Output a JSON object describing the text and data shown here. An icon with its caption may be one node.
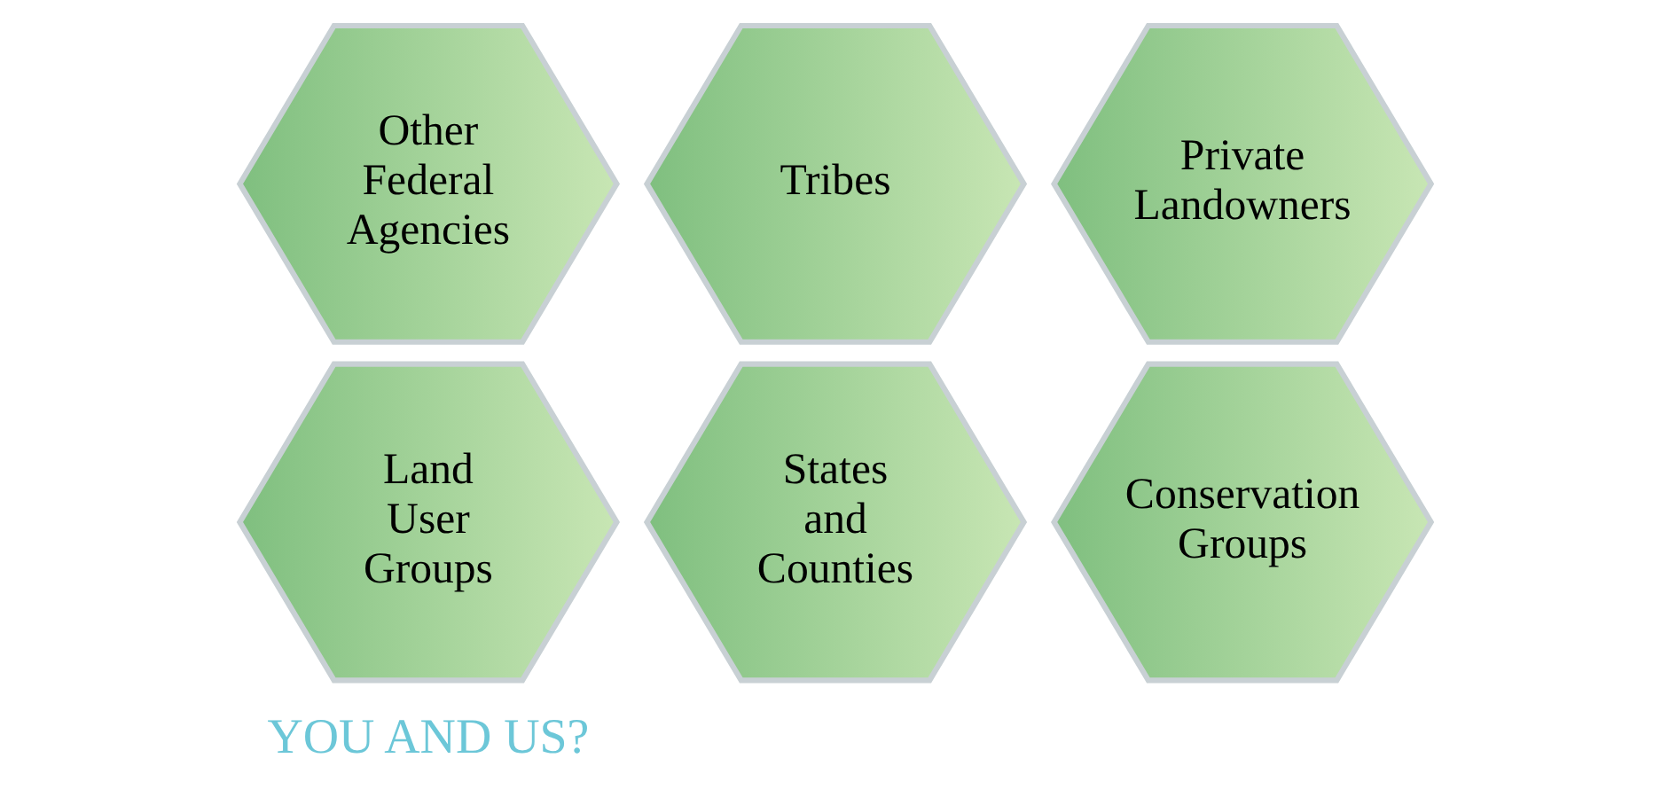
{
  "diagram": {
    "nodes": [
      {
        "text": [
          "Other Federal Agencies"
        ]
      },
      {
        "text": [
          "Land User Groups"
        ]
      },
      {
        "text": [
          "States and Counties"
        ]
      },
      {
        "text": [
          "Tribes"
        ]
      },
      {
        "text": [
          "Conservation Groups"
        ]
      },
      {
        "text": [
          "Private Landowners"
        ]
      }
    ],
    "labels": [
      "YOU AND US?"
    ]
  }
}
